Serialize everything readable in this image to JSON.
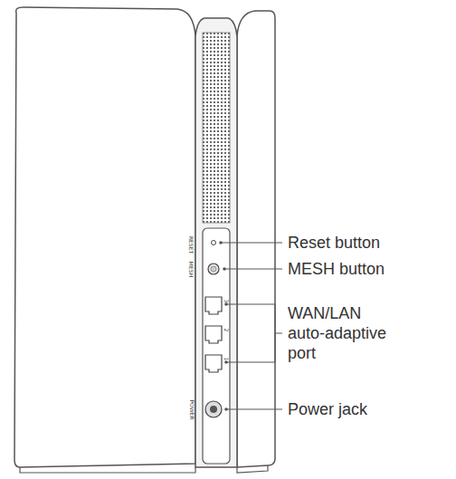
{
  "diagram": {
    "labels": [
      "Reset button",
      "MESH button",
      "WAN/LAN auto-adaptive port",
      "Power jack",
      "RESET",
      "MESH",
      "3",
      "2",
      "1",
      "POWER"
    ]
  }
}
